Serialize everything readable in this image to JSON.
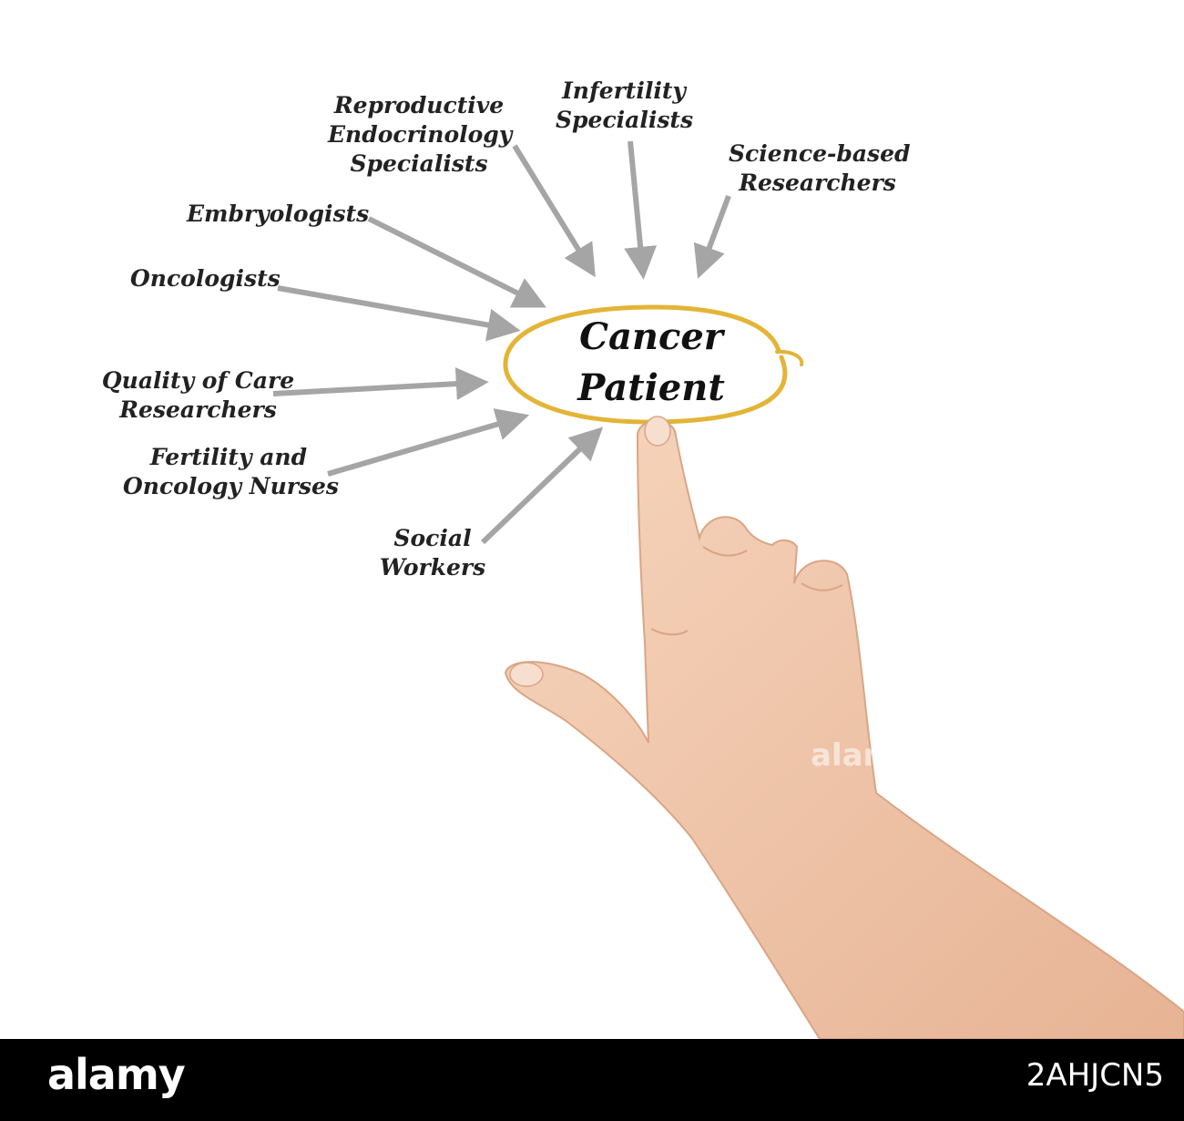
{
  "center": {
    "line1": "Cancer",
    "line2": "Patient"
  },
  "labels": {
    "reproductive": [
      "Reproductive",
      "Endocrinology",
      "Specialists"
    ],
    "infertility": [
      "Infertility",
      "Specialists"
    ],
    "science": [
      "Science-based",
      "Researchers"
    ],
    "embryologists": [
      "Embryologists"
    ],
    "oncologists": [
      "Oncologists"
    ],
    "quality": [
      "Quality of Care",
      "Researchers"
    ],
    "nurses": [
      "Fertility and",
      "Oncology Nurses"
    ],
    "social": [
      "Social",
      "Workers"
    ]
  },
  "colors": {
    "arrow": "#a5a5a5",
    "ellipse": "#e3b437",
    "skin": "#efc4a6",
    "footer": "#000000"
  },
  "watermark": "alamy",
  "footer": {
    "brand": "alamy",
    "image_id": "2AHJCN5"
  }
}
